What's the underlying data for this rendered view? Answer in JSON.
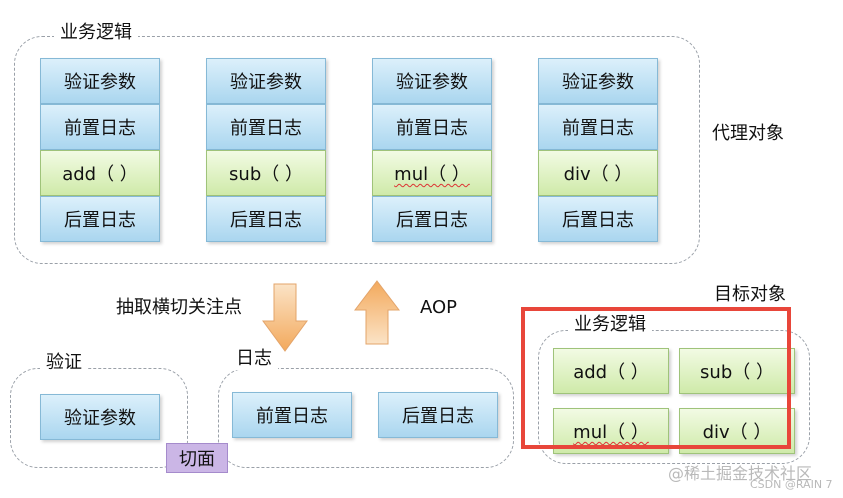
{
  "proxy_section": {
    "title": "业务逻辑",
    "side_label": "代理对象",
    "columns": [
      {
        "validate": "验证参数",
        "pre_log": "前置日志",
        "method": "add（ ）",
        "post_log": "后置日志"
      },
      {
        "validate": "验证参数",
        "pre_log": "前置日志",
        "method": "sub（ ）",
        "post_log": "后置日志"
      },
      {
        "validate": "验证参数",
        "pre_log": "前置日志",
        "method": "mul（ ）",
        "post_log": "后置日志"
      },
      {
        "validate": "验证参数",
        "pre_log": "前置日志",
        "method": "div（ ）",
        "post_log": "后置日志"
      }
    ]
  },
  "arrows": {
    "down_label": "抽取横切关注点",
    "up_label": "AOP"
  },
  "aspects": {
    "validate_group": {
      "title": "验证",
      "item": "验证参数"
    },
    "log_group": {
      "title": "日志",
      "items": [
        "前置日志",
        "后置日志"
      ]
    },
    "aspect_tag": "切面"
  },
  "target_section": {
    "label": "目标对象",
    "title": "业务逻辑",
    "methods": [
      "add（ ）",
      "sub（ ）",
      "mul（ ）",
      "div（ ）"
    ]
  },
  "watermarks": {
    "primary": "@稀土掘金技术社区",
    "secondary": "CSDN @RAIN 7"
  },
  "colors": {
    "blue_box": "#aad6ef",
    "green_box": "#cfeaa9",
    "aspect_tag": "#cbb6e6",
    "highlight": "#e8463a",
    "arrow": "#f6b774"
  }
}
